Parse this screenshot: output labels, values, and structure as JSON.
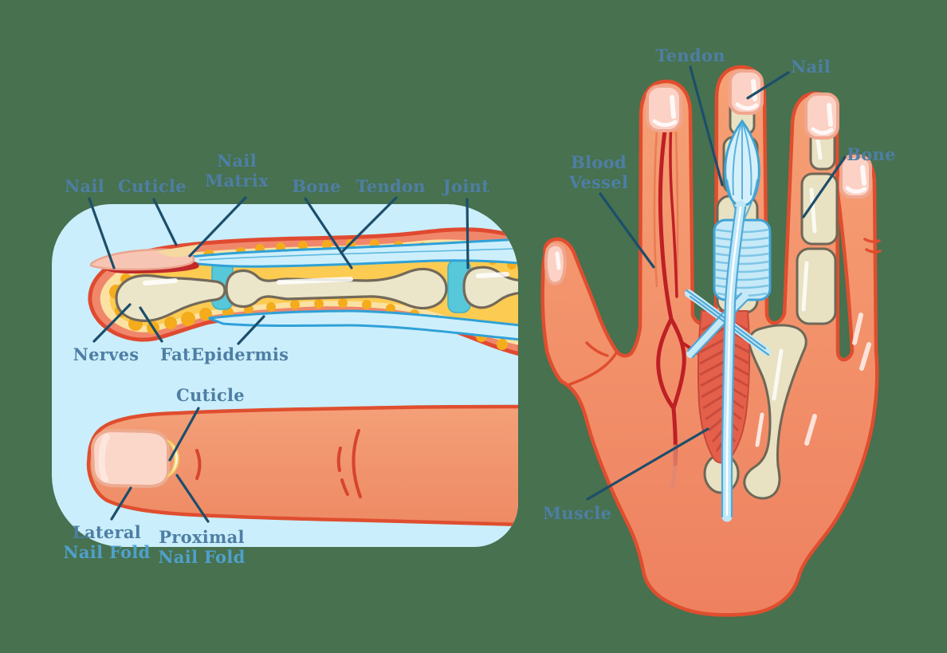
{
  "scene": {
    "description": "Anatomy of the human finger and hand — labeled medical illustration",
    "background_color": "#47714f"
  },
  "panel": {
    "background_color": "#caeefb"
  },
  "label_style": {
    "primary_color": "#4e7ea3",
    "secondary_color": "#4fa0cb",
    "leader_line_color": "#1c4e6b"
  },
  "side_view": {
    "name": "finger cross-section (side view)",
    "labels": {
      "nail": "Nail",
      "cuticle": "Cuticle",
      "nail_matrix": "Nail Matrix",
      "bone": "Bone",
      "tendon": "Tendon",
      "joint": "Joint",
      "nerves": "Nerves",
      "fat": "Fat",
      "epidermis": "Epidermis"
    }
  },
  "top_view": {
    "name": "fingertip (top view)",
    "labels": {
      "cuticle": "Cuticle",
      "lateral_nail_fold": {
        "line1": "Lateral",
        "line2": "Nail Fold"
      },
      "proximal_nail_fold": {
        "line1": "Proximal",
        "line2": "Nail Fold"
      }
    }
  },
  "hand_view": {
    "name": "back of hand dissection",
    "labels": {
      "tendon": "Tendon",
      "nail": "Nail",
      "blood_vessel": "Blood Vessel",
      "bone": "Bone",
      "muscle": "Muscle"
    }
  },
  "artwork_colors": {
    "skin": "#f29b72",
    "skin_outline": "#df4e2f",
    "fat_yellow": "#fccb52",
    "fat_dot": "#f4ac1c",
    "dermis_cream": "#fbe2a2",
    "bone": "#ebe5c9",
    "bone_outline": "#73695a",
    "tendon_fill": "#cdeffc",
    "tendon_outline": "#2fa1d7",
    "joint_teal": "#57c8da",
    "nail_pink": "#fbd7ca",
    "nail_outline": "#ecab90",
    "nail_matrix_red": "#c1292b",
    "blood_vessel_red": "#be2024",
    "muscle_red": "#e4604a"
  }
}
